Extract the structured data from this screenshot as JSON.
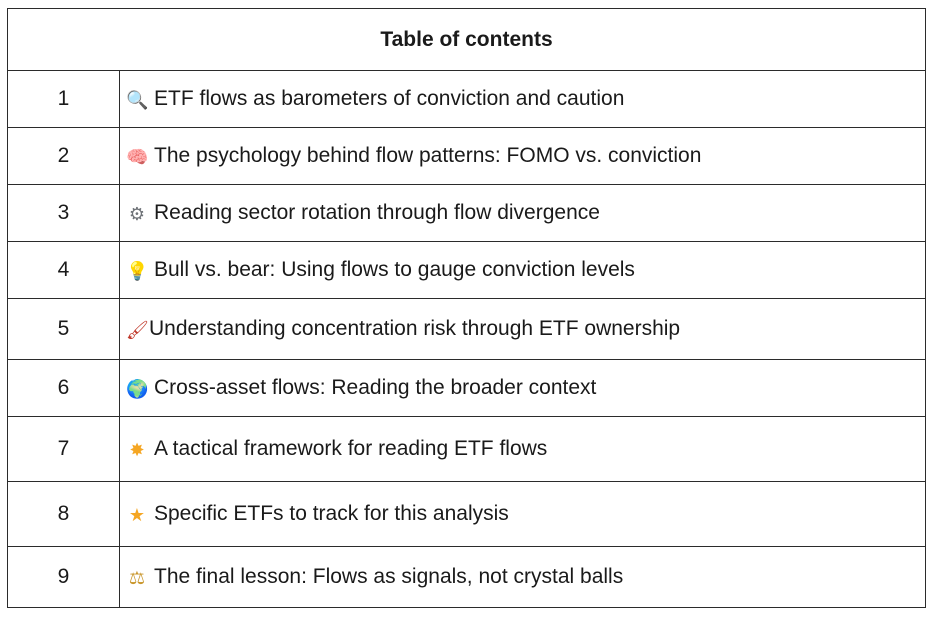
{
  "table": {
    "header": "Table of contents",
    "rows": [
      {
        "num": "1",
        "icon": "magnifying-glass-icon",
        "glyph": "🔍",
        "title": "ETF flows as barometers of conviction and caution"
      },
      {
        "num": "2",
        "icon": "brain-icon",
        "glyph": "🧠",
        "title": "The psychology behind flow patterns: FOMO vs. conviction"
      },
      {
        "num": "3",
        "icon": "gear-icon",
        "glyph": "⚙",
        "title": "Reading sector rotation through flow divergence"
      },
      {
        "num": "4",
        "icon": "lightbulb-icon",
        "glyph": "💡",
        "title": "Bull vs. bear: Using flows to gauge conviction levels"
      },
      {
        "num": "5",
        "icon": "paintbrush-icon",
        "glyph": "🖌",
        "title": "Understanding concentration risk through ETF ownership"
      },
      {
        "num": "6",
        "icon": "globe-icon",
        "glyph": "🌍",
        "title": "Cross-asset flows: Reading the broader context"
      },
      {
        "num": "7",
        "icon": "sparkle-sun-icon",
        "glyph": "✸",
        "title": "A tactical framework for reading ETF flows"
      },
      {
        "num": "8",
        "icon": "star-icon",
        "glyph": "★",
        "title": "Specific ETFs to track for this analysis"
      },
      {
        "num": "9",
        "icon": "balance-scale-icon",
        "glyph": "⚖",
        "title": "The final lesson: Flows as signals, not crystal balls"
      }
    ]
  },
  "colors": {
    "border": "#2b2b2b",
    "text": "#1a1a1a",
    "magnifier": "#4a90c8",
    "brain": "#e88a9c",
    "gear": "#6f7378",
    "bulb": "#f3c53a",
    "brush": "#c0392b",
    "globe": "#3b8ed0",
    "sparkle": "#f5a623",
    "star": "#f5a623",
    "scale": "#c9962b"
  }
}
